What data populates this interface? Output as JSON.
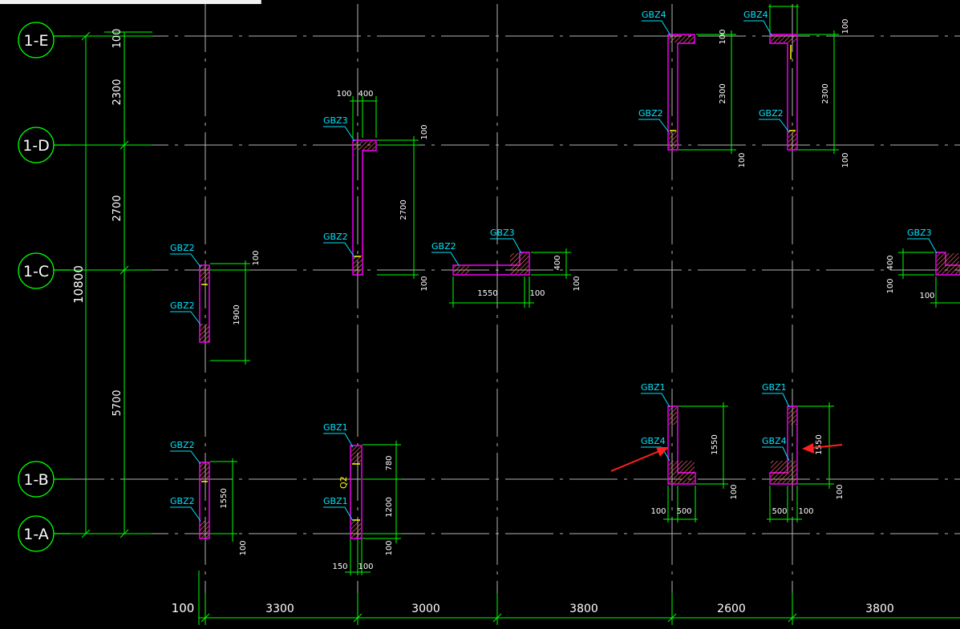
{
  "grid_labels": [
    "1-E",
    "1-D",
    "1-C",
    "1-B",
    "1-A"
  ],
  "left_dims": [
    "100",
    "2300",
    "2700",
    "5700",
    "10800"
  ],
  "bottom_dims": [
    "100",
    "3300",
    "3000",
    "3800",
    "2600",
    "3800"
  ],
  "tags": {
    "gbz1": "GBZ1",
    "gbz2": "GBZ2",
    "gbz3": "GBZ3",
    "gbz4": "GBZ4",
    "q2": "Q2"
  },
  "dims": {
    "d100": "100",
    "d400": "400",
    "d2700": "2700",
    "d1550": "1550",
    "d1900": "1900",
    "d1550b": "1550",
    "d780": "780",
    "d1200": "1200",
    "d150": "150",
    "d500": "500",
    "d2300": "2300"
  },
  "colors": {
    "grid": "#b4b4b4",
    "dimension": "#00ff00",
    "wall": "#ff00ff",
    "hatch": "#ff6e6e",
    "tag": "#00e5ff",
    "bubble": "#00ff00",
    "arrow": "#ff2020",
    "text": "#ffffff"
  }
}
